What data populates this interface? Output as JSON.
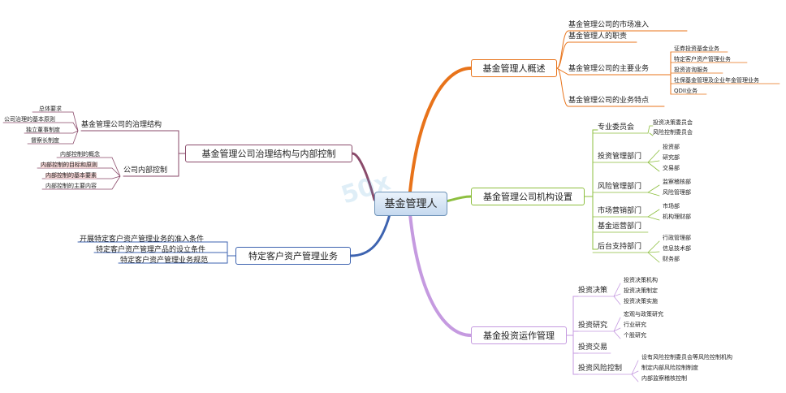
{
  "root": "基金管理人",
  "branches": {
    "overview": {
      "label": "基金管理人概述",
      "children": [
        "基金管理公司的市场准入",
        "基金管理人的职责",
        "基金管理公司的主要业务",
        "基金管理公司的业务特点"
      ],
      "business": [
        "证券投资基金业务",
        "特定客户资产管理业务",
        "投资咨询服务",
        "社保基金管理及企业年金管理业务",
        "QDII业务"
      ]
    },
    "org": {
      "label": "基金管理公司机构设置",
      "children": [
        "专业委员会",
        "投资管理部门",
        "风险管理部门",
        "市场营销部门",
        "基金运营部门",
        "后台支持部门"
      ],
      "committee": [
        "投资决策委员会",
        "风险控制委员会"
      ],
      "invest_dept": [
        "投资部",
        "研究部",
        "交易部"
      ],
      "risk_dept": [
        "监察稽核部",
        "风险管理部"
      ],
      "marketing_dept": [
        "市场部",
        "机构理财部"
      ],
      "backoffice": [
        "行政管理部",
        "信息技术部",
        "财务部"
      ]
    },
    "ops": {
      "label": "基金投资运作管理",
      "children": [
        "投资决策",
        "投资研究",
        "投资交易",
        "投资风险控制"
      ],
      "decision": [
        "投资决策机构",
        "投资决策制定",
        "投资决策实施"
      ],
      "research": [
        "宏观与政策研究",
        "行业研究",
        "个股研究"
      ],
      "risk": [
        "设有风险控制委员会等风险控制机构",
        "制定内部风险控制制度",
        "内部监察稽核控制"
      ]
    },
    "governance": {
      "label": "基金管理公司治理结构与内部控制",
      "children": [
        "基金管理公司的治理结构",
        "公司内部控制"
      ],
      "structure": [
        "总体要求",
        "公司治理的基本原则",
        "独立董事制度",
        "督察长制度"
      ],
      "internal": [
        "内部控制的概念",
        "内部控制的目标和原则",
        "内部控制的基本要素",
        "内部控制的主要内容"
      ]
    },
    "special": {
      "label": "特定客户资产管理业务",
      "children": [
        "开展特定客户资产管理业务的准入条件",
        "特定客户资产管理产品的设立条件",
        "特定客户资产管理业务规范"
      ]
    }
  },
  "colors": {
    "overview": "#e8731a",
    "org": "#8dbf3f",
    "ops": "#c59ae0",
    "governance": "#8a4a6a",
    "special": "#3d63b0",
    "root_border": "#6e93b8"
  },
  "watermark": "50x"
}
